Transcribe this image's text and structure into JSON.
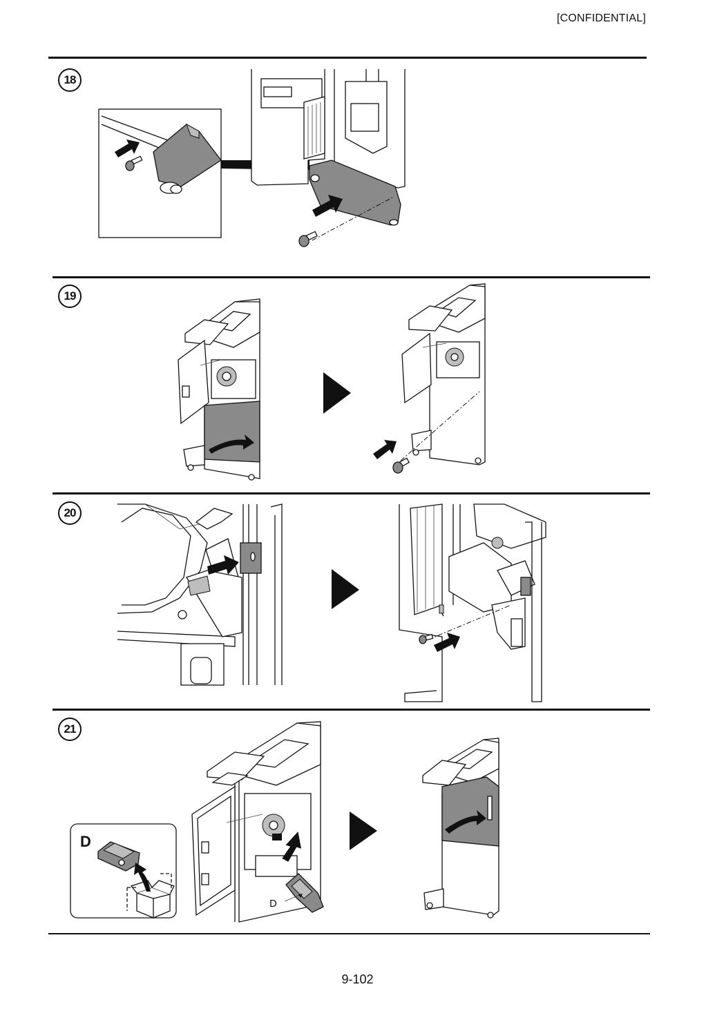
{
  "header": {
    "confidential": "[CONFIDENTIAL]"
  },
  "steps": [
    {
      "number": "18"
    },
    {
      "number": "19"
    },
    {
      "number": "20"
    },
    {
      "number": "21"
    }
  ],
  "callouts": {
    "inset_d_label": "D",
    "staple_label": "D"
  },
  "footer": {
    "page_number": "9-102"
  }
}
